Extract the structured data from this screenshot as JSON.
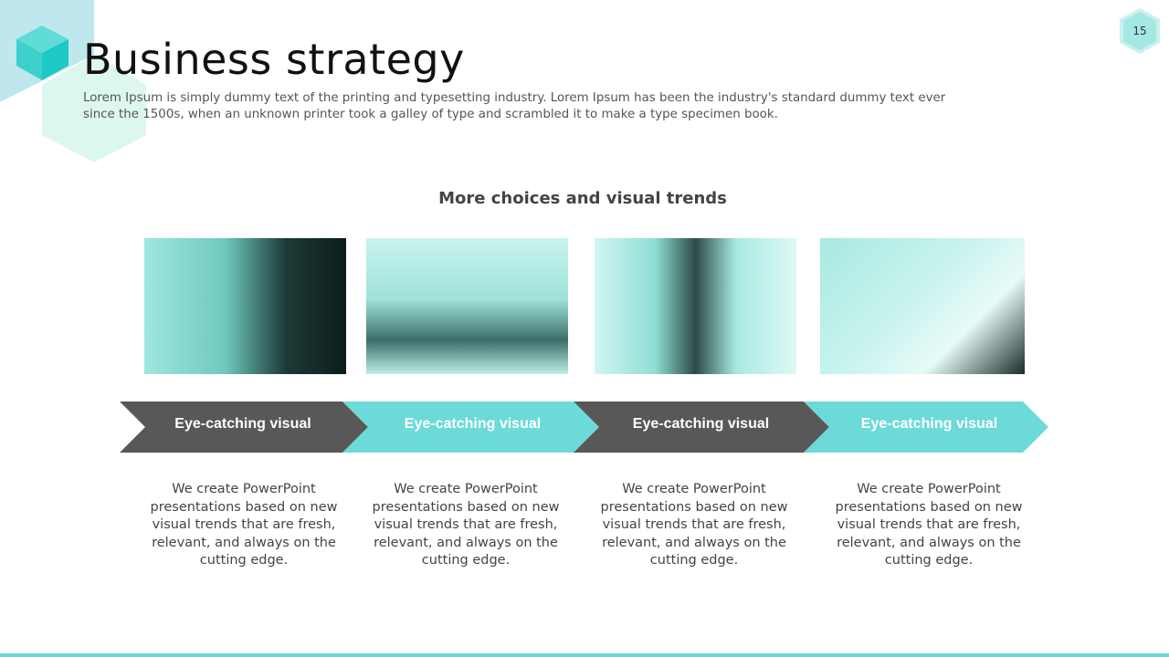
{
  "slide": {
    "title": "Business strategy",
    "subtitle": "Lorem Ipsum is simply dummy text of the printing and typesetting industry. Lorem Ipsum has been the industry's standard dummy text ever since the 1500s, when an unknown printer took a galley of type and scrambled it to make a type specimen book.",
    "page_number": "15",
    "section_title": "More choices and visual trends"
  },
  "colors": {
    "dark": "#585858",
    "teal": "#6cdad8"
  },
  "items": [
    {
      "label": "Eye-catching visual",
      "description": "We create PowerPoint presentations based on new visual trends that are fresh, relevant, and always on the cutting edge."
    },
    {
      "label": "Eye-catching visual",
      "description": "We create PowerPoint presentations based on new visual trends that are fresh, relevant, and always on the cutting edge."
    },
    {
      "label": "Eye-catching visual",
      "description": "We create PowerPoint presentations based on new visual trends that are fresh, relevant, and always on the cutting edge."
    },
    {
      "label": "Eye-catching visual",
      "description": "We create PowerPoint presentations based on new visual trends that are fresh, relevant, and always on the cutting edge."
    }
  ]
}
